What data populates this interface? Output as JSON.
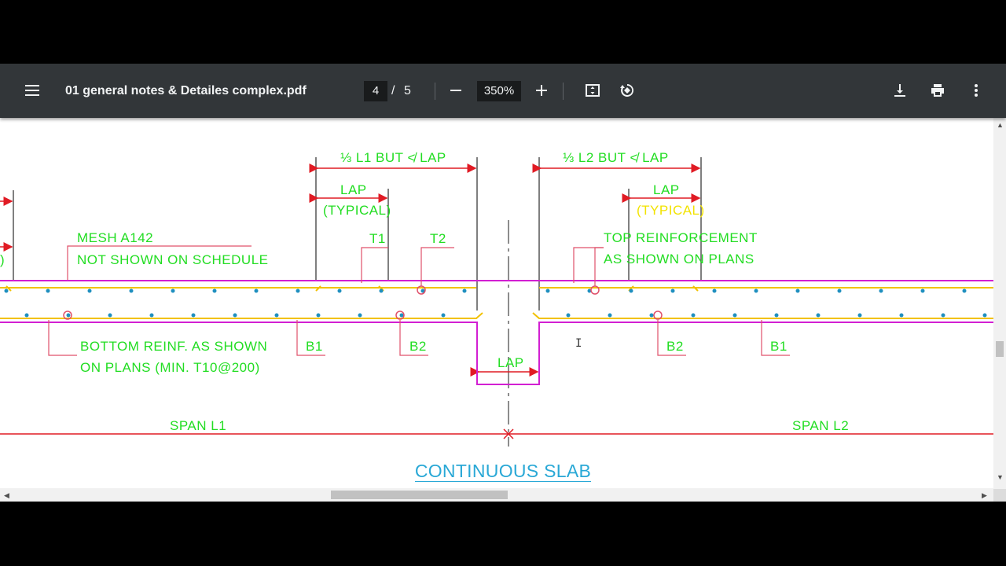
{
  "toolbar": {
    "menu_icon": "hamburger-menu-icon",
    "title": "01 general notes & Detailes complex.pdf",
    "page_current": "4",
    "page_sep": "/",
    "page_total": "5",
    "zoom": "350%",
    "icons": [
      "minus-icon",
      "plus-icon",
      "fit-page-icon",
      "rotate-icon",
      "download-icon",
      "print-icon",
      "more-vert-icon"
    ]
  },
  "drawing": {
    "dim_left": "⅓ L1 BUT ≮ LAP",
    "dim_right": "⅓ L2 BUT ≮ LAP",
    "lap": "LAP",
    "typical": "(TYPICAL)",
    "mesh_line1": "MESH A142",
    "mesh_line2": "NOT SHOWN ON SCHEDULE",
    "t1": "T1",
    "t2": "T2",
    "top_reinf_line1": "TOP REINFORCEMENT",
    "top_reinf_line2": "AS SHOWN ON PLANS",
    "bottom_reinf_line1": "BOTTOM REINF. AS SHOWN",
    "bottom_reinf_line2": "ON PLANS (MIN. T10@200)",
    "b1": "B1",
    "b2": "B2",
    "span_l1": "SPAN L1",
    "span_l2": "SPAN L2",
    "caption": "CONTINUOUS SLAB",
    "left_paren": ")"
  },
  "colors": {
    "green": "#22dd22",
    "red": "#e01b24",
    "magenta": "#d21fd2",
    "yellow": "#f2c100",
    "teal": "#1f8fbf",
    "caption": "#29a8d6"
  }
}
